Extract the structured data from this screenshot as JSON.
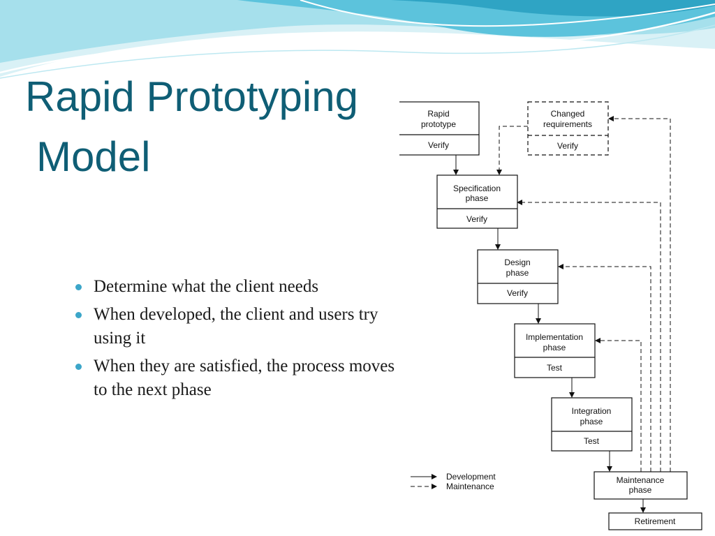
{
  "slide": {
    "title_line1": "Rapid Prototyping",
    "title_line2": "Model",
    "bullets": [
      "Determine what the client needs",
      "When developed, the client and users try using it",
      "When they are satisfied, the process moves to the next phase"
    ]
  },
  "diagram": {
    "boxes": {
      "rapid_prototype": {
        "name": [
          "Rapid",
          "prototype"
        ],
        "check": "Verify"
      },
      "changed_requirements": {
        "name": [
          "Changed",
          "requirements"
        ],
        "check": "Verify"
      },
      "specification": {
        "name": [
          "Specification",
          "phase"
        ],
        "check": "Verify"
      },
      "design": {
        "name": [
          "Design",
          "phase"
        ],
        "check": "Verify"
      },
      "implementation": {
        "name": [
          "Implementation",
          "phase"
        ],
        "check": "Test"
      },
      "integration": {
        "name": [
          "Integration",
          "phase"
        ],
        "check": "Test"
      },
      "maintenance": {
        "name": [
          "Maintenance",
          "phase"
        ]
      },
      "retirement": {
        "name": [
          "Retirement"
        ]
      }
    },
    "legend": {
      "development": "Development",
      "maintenance": "Maintenance"
    }
  },
  "colors": {
    "title": "#0f5e75",
    "bullet": "#3ca6c9",
    "swoosh_light": "#cfeef4",
    "swoosh_mid": "#7fd2e2",
    "swoosh_dark": "#2fa4c4"
  },
  "icons": [
    "bullet-dot-icon",
    "arrow-solid-icon",
    "arrow-dashed-icon"
  ]
}
